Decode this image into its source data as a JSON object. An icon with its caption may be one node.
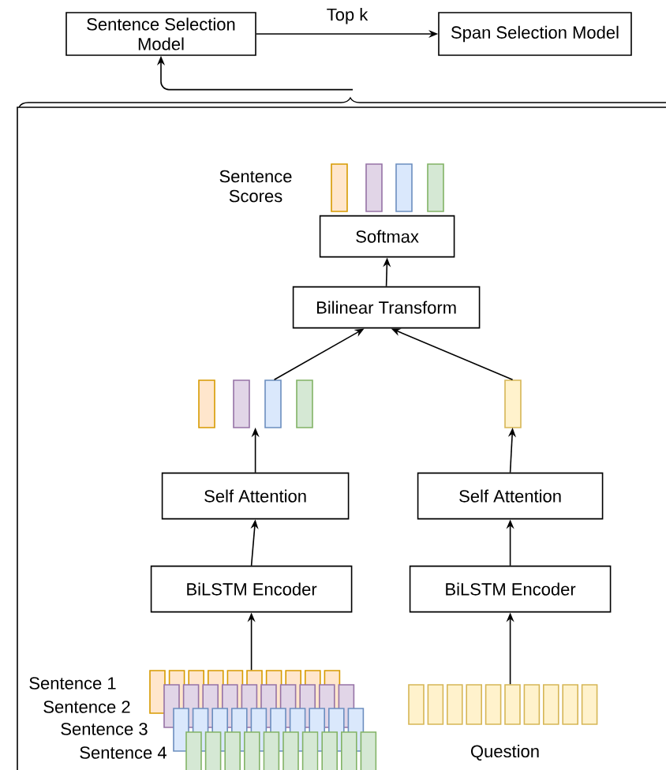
{
  "diagram": {
    "nodes": [
      {
        "text": [
          "Sentence Selection Model"
        ]
      },
      {
        "text": [
          "Span Selection Model"
        ]
      },
      {
        "text": [],
        "shape": "box"
      },
      {
        "text": [
          "Softmax"
        ],
        "in": 2
      },
      {
        "text": [
          "Bilinear Transform"
        ],
        "in": 2
      },
      {
        "text": [
          "Self Attention"
        ],
        "in": 2
      },
      {
        "text": [
          "Self Attention"
        ],
        "in": 2
      },
      {
        "text": [
          "BiLSTM Encoder"
        ],
        "in": 2
      },
      {
        "text": [
          "BiLSTM Encoder"
        ],
        "in": 2
      },
      {
        "text": [],
        "shape": "bar",
        "in": 2
      },
      {
        "text": [],
        "shape": "bar",
        "in": 2
      },
      {
        "text": [],
        "shape": "bar",
        "in": 2
      },
      {
        "text": [],
        "shape": "bar",
        "in": 2,
        "beside": [
          "Question"
        ]
      }
    ],
    "edges": [
      {
        "from": 0,
        "to": 1,
        "arrow": "to",
        "label": "Top k"
      },
      {
        "from": 2,
        "to": 0,
        "arrow": "to"
      },
      {
        "from": 11,
        "to": 7,
        "arrow": "to"
      },
      {
        "from": 7,
        "to": 5,
        "arrow": "to"
      },
      {
        "from": 5,
        "to": 9,
        "arrow": "to"
      },
      {
        "from": 9,
        "to": 4,
        "arrow": "to"
      },
      {
        "from": 12,
        "to": 8,
        "arrow": "to"
      },
      {
        "from": 8,
        "to": 6,
        "arrow": "to"
      },
      {
        "from": 6,
        "to": 10,
        "arrow": "to"
      },
      {
        "from": 10,
        "to": 4,
        "arrow": "to"
      },
      {
        "from": 4,
        "to": 3,
        "arrow": "to"
      }
    ],
    "labels": [
      "Sentence Scores",
      "Sentence 1",
      "Sentence 2",
      "Sentence 3",
      "Sentence 4"
    ]
  }
}
